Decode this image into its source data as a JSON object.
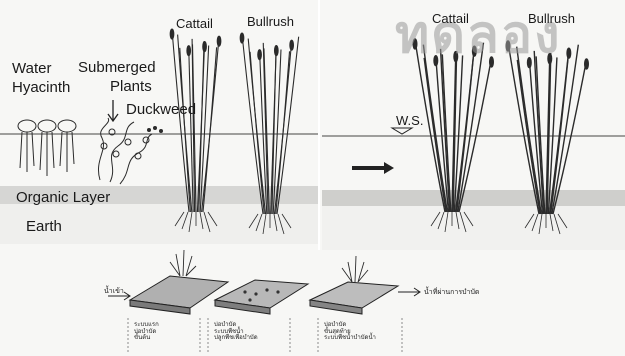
{
  "watermark": "ทดลอง",
  "left_panel": {
    "plants": {
      "water_hyacinth": [
        "Water",
        "Hyacinth"
      ],
      "submerged": [
        "Submerged",
        "Plants"
      ],
      "duckweed": "Duckweed",
      "cattail": "Cattail",
      "bullrush": "Bullrush"
    },
    "layers": {
      "organic": "Organic Layer",
      "earth": "Earth"
    }
  },
  "right_panel": {
    "cattail": "Cattail",
    "bullrush": "Bullrush",
    "water_surface": "W.S."
  },
  "bottom_panel": {
    "inlet_label": "น้ำเข้า",
    "outlet_label": "น้ำที่ผ่านการบำบัด",
    "stage_notes": [
      [
        "ระบบแรก",
        "บ่อบำบัด",
        "ขั้นต้น"
      ],
      [
        "บ่อบำบัด",
        "ระบบพืชน้ำ",
        "ปลูกพืชเพื่อบำบัด"
      ],
      [
        "บ่อบำบัด",
        "ขั้นสุดท้าย",
        "ระบบพืชน้ำบำบัดน้ำ"
      ]
    ]
  },
  "colors": {
    "water_line": "#444444",
    "organic_layer": "#d6d6d4",
    "earth": "#ededec",
    "plant": "#2b2b2b",
    "panel": "#b0b0b0"
  }
}
